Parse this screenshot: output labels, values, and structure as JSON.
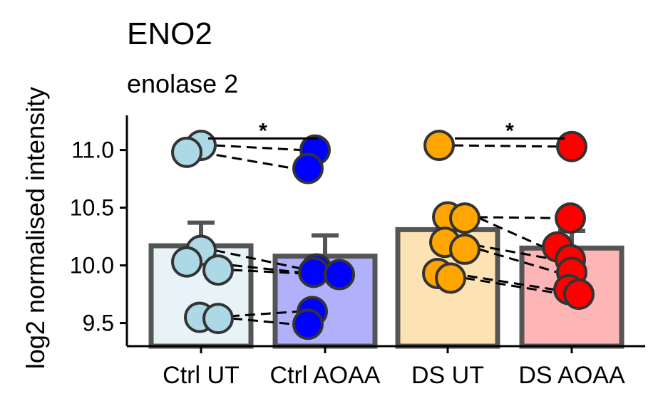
{
  "chart_data": {
    "type": "bar",
    "title": "ENO2",
    "subtitle": "enolase 2",
    "xlabel": "",
    "ylabel": "log2 normalised intensity",
    "ylim": [
      9.3,
      11.3
    ],
    "yticks": [
      9.5,
      10.0,
      10.5,
      11.0
    ],
    "ytick_labels": [
      "9.5",
      "10.0",
      "10.5",
      "11.0"
    ],
    "categories": [
      "Ctrl UT",
      "Ctrl AOAA",
      "DS UT",
      "DS AOAA"
    ],
    "values": [
      10.17,
      10.08,
      10.31,
      10.15
    ],
    "errors": [
      0.2,
      0.18,
      0.0,
      0.15
    ],
    "bar_fill_colors": [
      "#e8f3f8",
      "#b0b0fb",
      "#fde3b3",
      "#fdb5b5"
    ],
    "bar_edge_color": "#555555",
    "point_colors": [
      "#add8e6",
      "#0000ff",
      "#ffa500",
      "#ff0000"
    ],
    "points": [
      [
        11.04,
        10.98,
        10.13,
        10.03,
        9.96,
        9.55,
        9.54
      ],
      [
        11.0,
        10.84,
        9.97,
        9.94,
        9.92,
        9.6,
        9.49
      ],
      [
        11.04,
        10.42,
        10.41,
        10.2,
        10.14,
        9.93,
        9.89
      ],
      [
        11.03,
        10.41,
        10.16,
        10.05,
        9.94,
        9.79,
        9.75
      ]
    ],
    "pairs": [
      {
        "from": 0,
        "to": 1,
        "y_from": [
          11.04,
          10.98,
          10.13,
          10.03,
          9.96,
          9.55,
          9.54
        ],
        "y_to": [
          11.0,
          10.84,
          9.97,
          9.94,
          9.92,
          9.6,
          9.49
        ]
      },
      {
        "from": 2,
        "to": 3,
        "y_from": [
          11.04,
          10.42,
          10.41,
          10.2,
          10.14,
          9.93,
          9.89
        ],
        "y_to": [
          11.03,
          10.41,
          10.16,
          10.05,
          9.94,
          9.79,
          9.75
        ]
      }
    ],
    "significance": [
      {
        "from": 0,
        "to": 1,
        "label": "*",
        "y": 11.1
      },
      {
        "from": 2,
        "to": 3,
        "label": "*",
        "y": 11.1
      }
    ]
  }
}
